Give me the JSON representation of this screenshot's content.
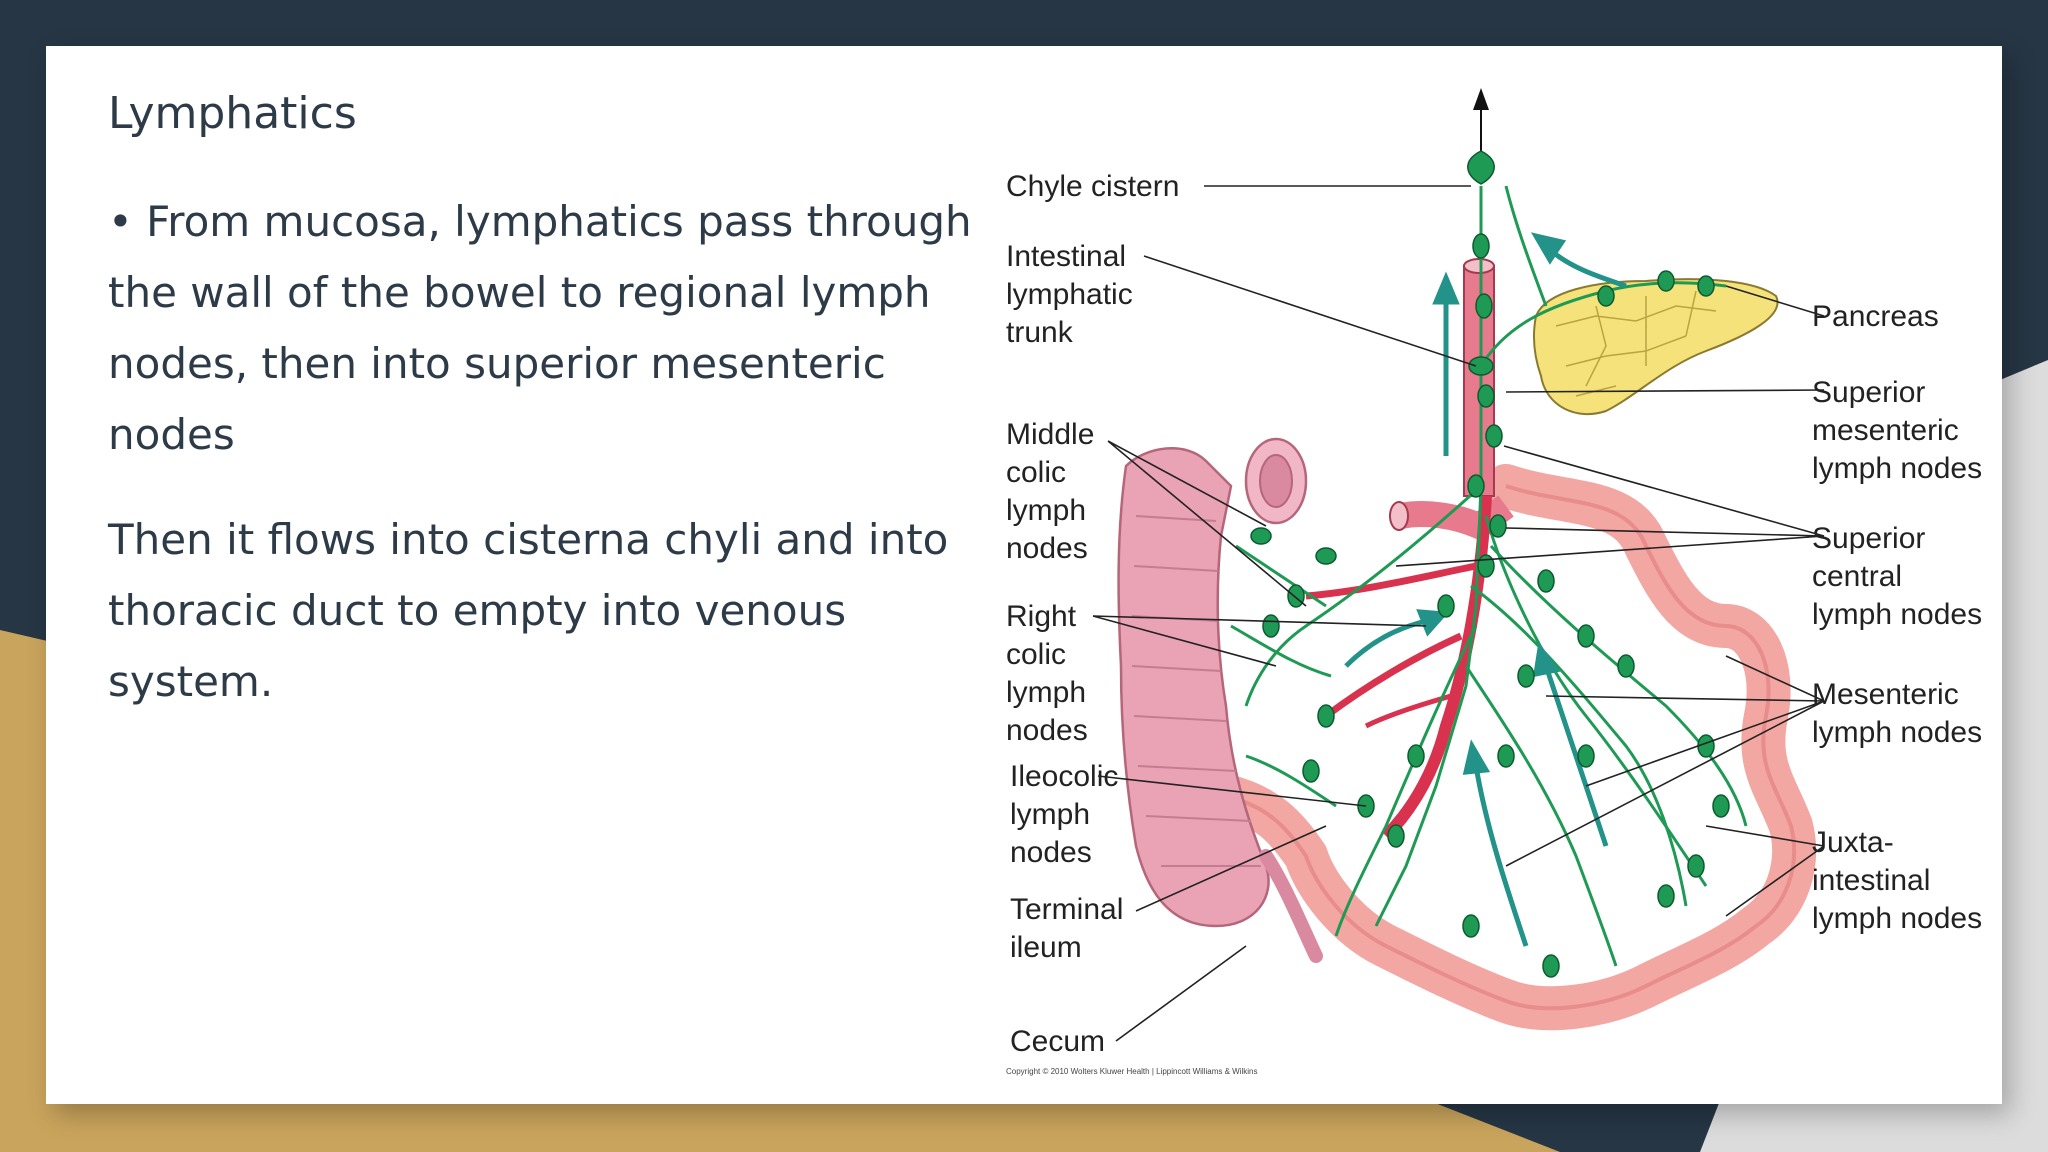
{
  "slide": {
    "title": "Lymphatics",
    "bullet": "• From mucosa, lymphatics pass through the wall of the bowel to regional lymph nodes, then into superior mesenteric nodes",
    "paragraph": "Then it flows into cisterna chyli and into thoracic duct to empty into venous system."
  },
  "diagram": {
    "labels": {
      "chyle_cistern": "Chyle cistern",
      "intestinal_trunk": [
        "Intestinal",
        "lymphatic",
        "trunk"
      ],
      "middle_colic": [
        "Middle",
        "colic",
        "lymph",
        "nodes"
      ],
      "right_colic": [
        "Right",
        "colic",
        "lymph",
        "nodes"
      ],
      "ileocolic": [
        "Ileocolic",
        "lymph",
        "nodes"
      ],
      "terminal_ileum": [
        "Terminal",
        "ileum"
      ],
      "cecum": "Cecum",
      "pancreas": "Pancreas",
      "superior_mesenteric": [
        "Superior",
        "mesenteric",
        "lymph nodes"
      ],
      "superior_central": [
        "Superior",
        "central",
        "lymph nodes"
      ],
      "mesenteric": [
        "Mesenteric",
        "lymph nodes"
      ],
      "juxta_intestinal": [
        "Juxta-",
        "intestinal",
        "lymph nodes"
      ]
    },
    "copyright": "Copyright © 2010 Wolters Kluwer Health | Lippincott Williams & Wilkins",
    "colors": {
      "lymph": "#1f9a55",
      "artery": "#d8324f",
      "colon": "#e9a3b4",
      "intestine": "#f3a7a3",
      "pancreas": "#f5e27a",
      "label_text": "#222222"
    }
  }
}
